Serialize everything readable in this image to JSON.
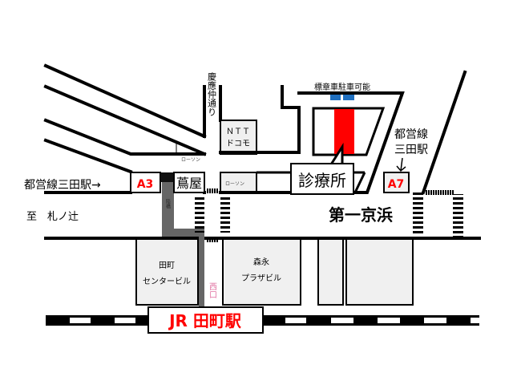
{
  "map": {
    "streets": {
      "keio_naka_dori": "慶應仲通り",
      "daiichi_keihin": "第一京浜",
      "to_fudanotsuji": "至　札ノ辻",
      "overpass": "陸橋"
    },
    "landmarks": {
      "ntt_docomo_line1": "ＮＴＴ",
      "ntt_docomo_line2": "ドコモ",
      "lawson_1": "ローソン",
      "lawson_2": "ローソン",
      "tsutaya": "蔦屋",
      "clinic": "診療所",
      "parking": "標章車駐車可能",
      "tamachi_center_line1": "田町",
      "tamachi_center_line2": "センタービル",
      "morinaga_line1": "森永",
      "morinaga_line2": "プラザビル",
      "west_exit": "西口"
    },
    "stations": {
      "toei_mita_left": "都営線三田駅→",
      "toei_mita_right_line1": "都営線",
      "toei_mita_right_line2": "三田駅",
      "exit_a3": "A3",
      "exit_a7": "A7",
      "jr_tamachi": "JR 田町駅"
    },
    "colors": {
      "clinic": "#ff0000",
      "parking": "#1f6fbf",
      "overpass": "#666666",
      "exit_label": "#ff0000",
      "west_exit": "#e070a0"
    }
  }
}
